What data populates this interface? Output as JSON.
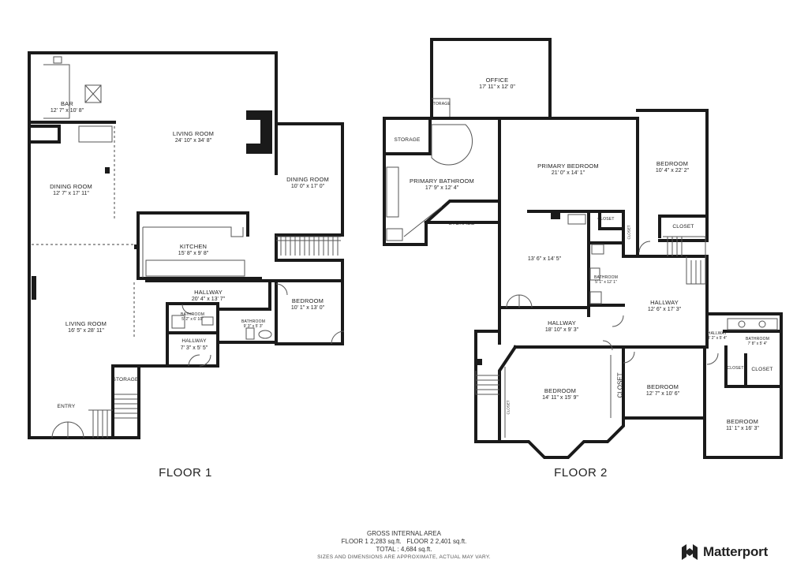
{
  "floors": [
    {
      "title": "FLOOR 1",
      "rooms": [
        {
          "id": "bar",
          "name": "BAR",
          "dims": "12' 7\" x 10' 8\""
        },
        {
          "id": "living-room-main",
          "name": "LIVING ROOM",
          "dims": "24' 10\" x 34' 8\""
        },
        {
          "id": "dining-room-left",
          "name": "DINING ROOM",
          "dims": "12' 7\" x 17' 11\""
        },
        {
          "id": "dining-room-right",
          "name": "DINING ROOM",
          "dims": "10' 0\" x 17' 0\""
        },
        {
          "id": "kitchen",
          "name": "KITCHEN",
          "dims": "15' 8\" x 9' 8\""
        },
        {
          "id": "hallway-1",
          "name": "HALLWAY",
          "dims": "20' 4\" x 13' 7\""
        },
        {
          "id": "bedroom-1",
          "name": "BEDROOM",
          "dims": "10' 1\" x 13' 0\""
        },
        {
          "id": "living-room-2",
          "name": "LIVING ROOM",
          "dims": "16' 5\" x 28' 11\""
        },
        {
          "id": "bathroom-1a",
          "name": "BATHROOM",
          "dims": "5' 2\" x 6' 10\""
        },
        {
          "id": "bathroom-1b",
          "name": "BATHROOM",
          "dims": "9' 3\" x 5' 3\""
        },
        {
          "id": "hallway-2",
          "name": "HALLWAY",
          "dims": "7' 3\" x 5' 5\""
        },
        {
          "id": "storage-1",
          "name": "STORAGE",
          "dims": ""
        },
        {
          "id": "entry",
          "name": "ENTRY",
          "dims": ""
        }
      ]
    },
    {
      "title": "FLOOR 2",
      "rooms": [
        {
          "id": "office",
          "name": "OFFICE",
          "dims": "17' 11\" x 12' 0\""
        },
        {
          "id": "storage-a",
          "name": "STORAGE",
          "dims": ""
        },
        {
          "id": "storage-b",
          "name": "STORAGE",
          "dims": ""
        },
        {
          "id": "storage-c",
          "name": "STORAGE",
          "dims": ""
        },
        {
          "id": "primary-bathroom",
          "name": "PRIMARY BATHROOM",
          "dims": "17' 9\" x 12' 4\""
        },
        {
          "id": "primary-bedroom",
          "name": "PRIMARY BEDROOM",
          "dims": "21' 0\" x 14' 1\""
        },
        {
          "id": "bedroom-2a",
          "name": "BEDROOM",
          "dims": "10' 4\" x 22' 2\""
        },
        {
          "id": "closet-a",
          "name": "CLOSET",
          "dims": ""
        },
        {
          "id": "closet-b",
          "name": "CLOSET",
          "dims": ""
        },
        {
          "id": "closet-c",
          "name": "CLOSET",
          "dims": ""
        },
        {
          "id": "unnamed-room",
          "name": "",
          "dims": "13' 6\" x 14' 5\""
        },
        {
          "id": "bathroom-2a",
          "name": "BATHROOM",
          "dims": "5' 1\" x 12' 1\""
        },
        {
          "id": "hallway-2a",
          "name": "HALLWAY",
          "dims": "12' 6\" x 17' 3\""
        },
        {
          "id": "hallway-2b",
          "name": "HALLWAY",
          "dims": "18' 10\" x 9' 3\""
        },
        {
          "id": "hallway-2c",
          "name": "HALLWAY",
          "dims": "3' 2\" x 5' 4\""
        },
        {
          "id": "bathroom-2b",
          "name": "BATHROOM",
          "dims": "7' 8\" x 5' 4\""
        },
        {
          "id": "bedroom-2b",
          "name": "BEDROOM",
          "dims": "14' 11\" x 15' 9\""
        },
        {
          "id": "closet-d",
          "name": "CLOSET",
          "dims": ""
        },
        {
          "id": "closet-e",
          "name": "CLOSET",
          "dims": ""
        },
        {
          "id": "bedroom-2c",
          "name": "BEDROOM",
          "dims": "12' 7\" x 10' 6\""
        },
        {
          "id": "closet-f",
          "name": "CLOSET",
          "dims": ""
        },
        {
          "id": "closet-g",
          "name": "CLOSET",
          "dims": ""
        },
        {
          "id": "bedroom-2d",
          "name": "BEDROOM",
          "dims": "11' 1\" x 16' 3\""
        }
      ]
    }
  ],
  "footer": {
    "heading": "GROSS INTERNAL AREA",
    "floors_line": "FLOOR 1 2,283 sq.ft.   FLOOR 2 2,401 sq.ft.",
    "total_line": "TOTAL : 4,684 sq.ft.",
    "disclaimer": "SIZES AND DIMENSIONS ARE APPROXIMATE, ACTUAL MAY VARY.",
    "brand": "Matterport",
    "brand_icon": "matterport-logo-icon"
  }
}
